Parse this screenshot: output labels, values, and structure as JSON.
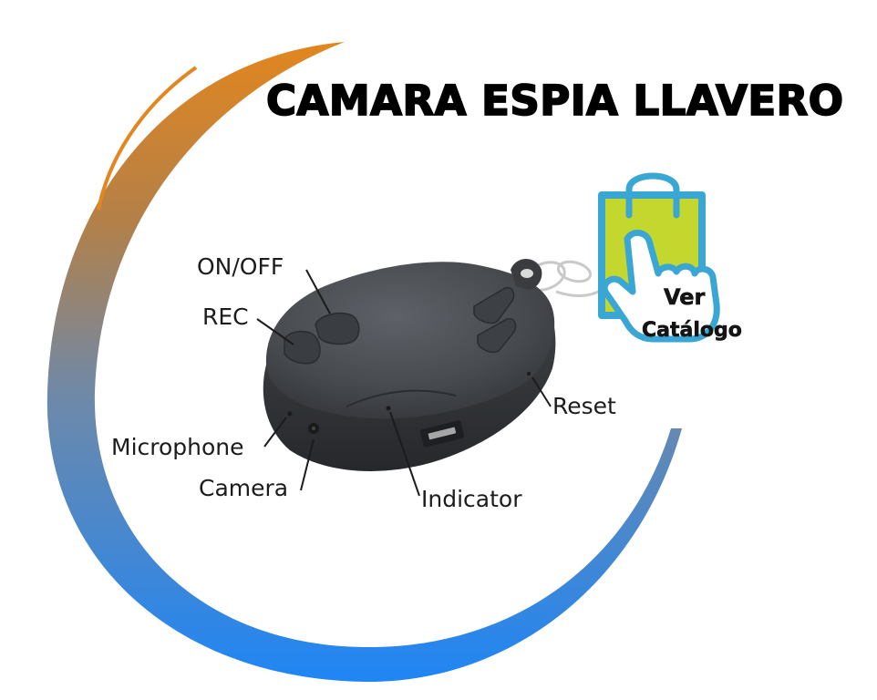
{
  "title": "CAMARA ESPIA LLAVERO",
  "labels": {
    "on_off": "ON/OFF",
    "rec": "REC",
    "microphone": "Microphone",
    "camera": "Camera",
    "indicator": "Indicator",
    "reset": "Reset"
  },
  "catalog": {
    "line1": "Ver",
    "line2": "Catálogo"
  },
  "colors": {
    "arc_top": "#e2861f",
    "arc_bottom": "#1f86f5",
    "bag_fill": "#c3d72e",
    "bag_outline": "#39a6d4",
    "device_body": "#45484d"
  }
}
